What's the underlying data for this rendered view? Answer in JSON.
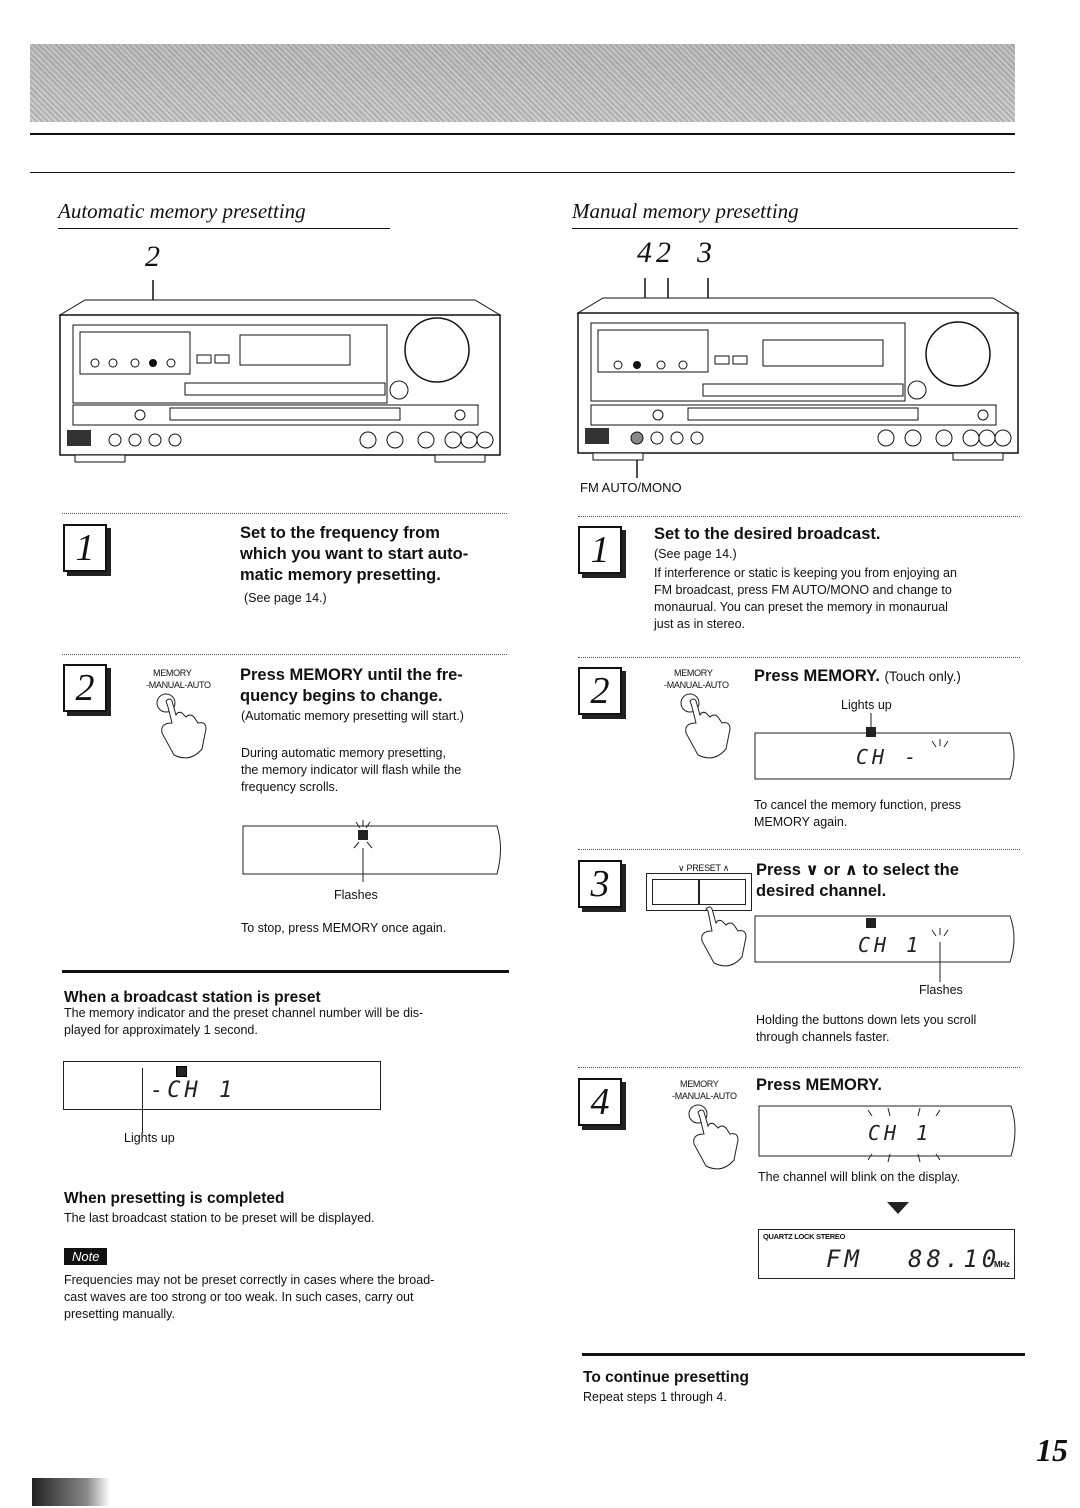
{
  "page_number": "15",
  "left": {
    "title": "Automatic memory presetting",
    "callouts": [
      "2"
    ],
    "step1": {
      "num": "1",
      "title": "Set to the frequency from which you want to start automatic memory presetting.",
      "title_lines": [
        "Set to the frequency from",
        "which you want to start auto-",
        "matic memory presetting."
      ],
      "sub": "(See page 14.)"
    },
    "step2": {
      "num": "2",
      "label_top": "MEMORY",
      "label_bottom": "-MANUAL-AUTO",
      "title_lines": [
        "Press MEMORY until the fre-",
        "quency begins to change."
      ],
      "sub": "(Automatic memory presetting will start.)",
      "body": [
        "During automatic memory presetting,",
        "the memory indicator will flash while the",
        "frequency scrolls."
      ],
      "flashes": "Flashes",
      "stop": "To stop, press MEMORY once again."
    },
    "preset": {
      "heading": "When a broadcast station is preset",
      "body": [
        "The memory indicator and the preset channel number will be dis-",
        "played for approximately 1 second."
      ],
      "display": "-CH  1",
      "lights_up": "Lights up"
    },
    "completed": {
      "heading": "When presetting is completed",
      "body": "The last broadcast station to be preset will be displayed."
    },
    "note": {
      "badge": "Note",
      "body": [
        "Frequencies may not be preset correctly in cases where the broad-",
        "cast waves are too strong or too weak. In such cases, carry out",
        "presetting manually."
      ]
    }
  },
  "right": {
    "title": "Manual memory presetting",
    "callouts": [
      "4",
      "2",
      "3"
    ],
    "fm_label": "FM AUTO/MONO",
    "step1": {
      "num": "1",
      "title": "Set to the desired broadcast.",
      "sub": "(See page 14.)",
      "body": [
        "If interference or static is keeping you from enjoying an",
        "FM broadcast, press FM AUTO/MONO and change to",
        "monaurual. You can preset the memory in monaurual",
        "just as in stereo."
      ]
    },
    "step2": {
      "num": "2",
      "label_top": "MEMORY",
      "label_bottom": "-MANUAL-AUTO",
      "title": "Press MEMORY.",
      "title_suffix": "(Touch only.)",
      "lights_up": "Lights up",
      "display": "CH  -",
      "body": [
        "To cancel the memory function, press",
        "MEMORY again."
      ]
    },
    "step3": {
      "num": "3",
      "label": "∨ PRESET ∧",
      "title_lines": [
        "Press ∨ or ∧ to select the",
        "desired channel."
      ],
      "display": "CH  1",
      "flashes": "Flashes",
      "body": [
        "Holding the buttons down lets you scroll",
        "through channels faster."
      ]
    },
    "step4": {
      "num": "4",
      "label_top": "MEMORY",
      "label_bottom": "-MANUAL-AUTO",
      "title": "Press MEMORY.",
      "display": "CH  1",
      "blink_text": "The channel will blink on the display.",
      "final_display": {
        "tags": "QUARTZ LOCK   STEREO",
        "band": "FM",
        "freq": "88.10",
        "unit": "MHz"
      }
    },
    "continue": {
      "heading": "To continue presetting",
      "body": "Repeat steps 1 through 4."
    }
  },
  "colors": {
    "ink": "#111111",
    "band": "#cfcfcf"
  }
}
